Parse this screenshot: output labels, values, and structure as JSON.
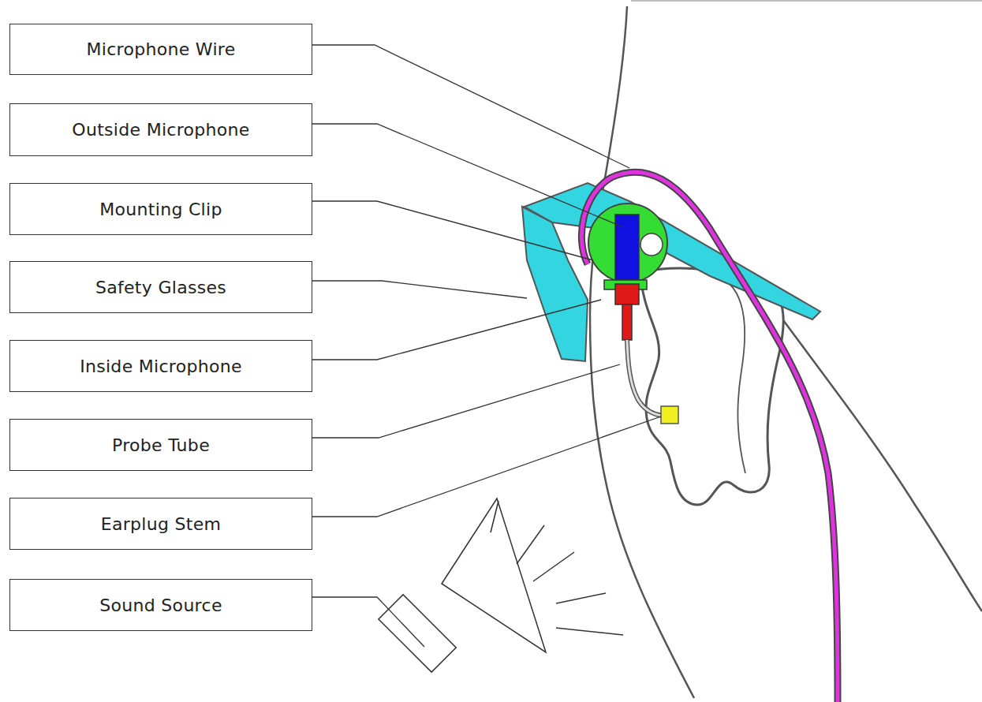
{
  "diagram": {
    "nodes": [
      {
        "text": [
          "Microphone Wire"
        ]
      },
      {
        "text": [
          "Outside Microphone"
        ]
      },
      {
        "text": [
          "Mounting Clip"
        ]
      },
      {
        "text": [
          "Safety Glasses"
        ]
      },
      {
        "text": [
          "Inside Microphone"
        ]
      },
      {
        "text": [
          "Probe Tube"
        ]
      },
      {
        "text": [
          "Earplug Stem"
        ]
      },
      {
        "text": [
          "Sound Source"
        ]
      }
    ]
  }
}
